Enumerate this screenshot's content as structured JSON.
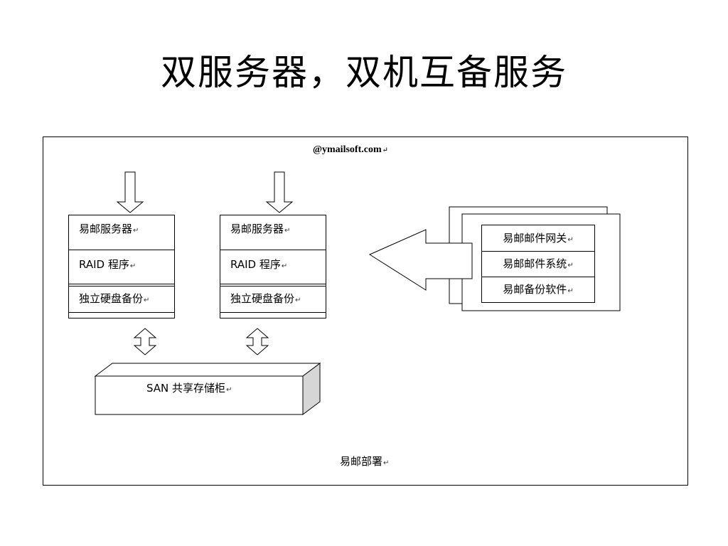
{
  "title": "双服务器，双机互备服务",
  "diagram": {
    "domain": "@ymailsoft.com",
    "return_mark": "↵",
    "servers": [
      {
        "rows": [
          "易邮服务器",
          "RAID 程序",
          "独立硬盘备份"
        ]
      },
      {
        "rows": [
          "易邮服务器",
          "RAID 程序",
          "独立硬盘备份"
        ]
      }
    ],
    "storage_label": "SAN 共享存储柜",
    "software": [
      "易邮邮件网关",
      "易邮邮件系统",
      "易邮备份软件"
    ],
    "caption": "易邮部署"
  }
}
